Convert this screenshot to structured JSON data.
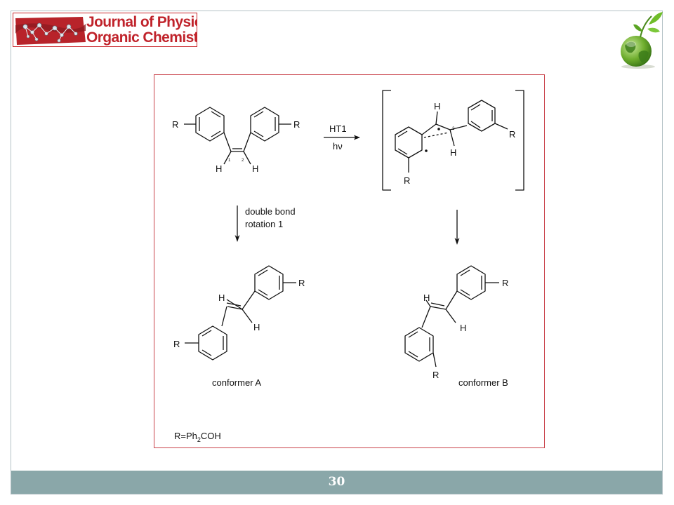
{
  "logo": {
    "line1_plain": "Journal of ",
    "line1_bold": "Physical",
    "line2": "Organic Chemistry"
  },
  "scheme": {
    "top_left_molecule": {
      "r_left": "R",
      "r_right": "R",
      "h_left": "H",
      "h_right": "H",
      "locant_1": "1",
      "locant_2": "2"
    },
    "top_arrow": {
      "above": "HT1",
      "below": "hν"
    },
    "intermediate": {
      "h_top": "H",
      "h_bottom": "H",
      "r_right": "R",
      "r_bottom": "R",
      "locant_2": "2"
    },
    "left_arrow_label": {
      "line1": "double bond",
      "line2": "rotation 1"
    },
    "conformer_a": {
      "r_top": "R",
      "r_left": "R",
      "h_top": "H",
      "h_bottom": "H",
      "caption": "conformer A"
    },
    "conformer_b": {
      "r_top": "R",
      "r_bottom": "R",
      "h_top": "H",
      "h_bottom": "H",
      "caption": "conformer B"
    },
    "definition": {
      "prefix": "R=Ph",
      "subscript": "2",
      "suffix": "COH"
    }
  },
  "footer": {
    "page_number": "30"
  },
  "colors": {
    "accent_red": "#c9262b",
    "footer_bar": "#8aa7a9",
    "frame_border": "#b4c2c6"
  }
}
